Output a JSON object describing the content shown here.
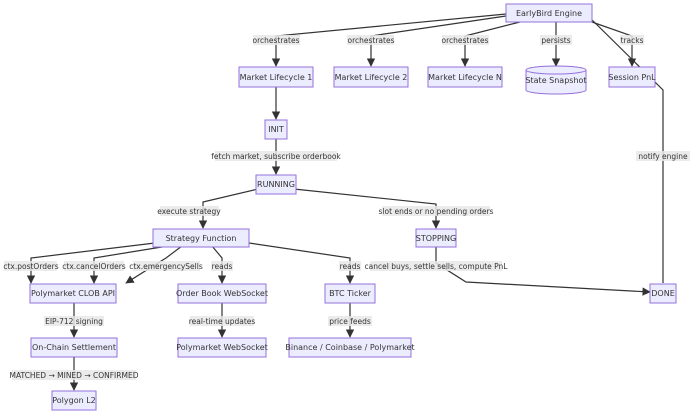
{
  "nodes": {
    "engine": "EarlyBird Engine",
    "lc1": "Market Lifecycle 1",
    "lc2": "Market Lifecycle 2",
    "lcn": "Market Lifecycle N",
    "snapshot": "State Snapshot",
    "pnl": "Session PnL",
    "init": "INIT",
    "running": "RUNNING",
    "strategy": "Strategy Function",
    "stopping": "STOPPING",
    "clob": "Polymarket CLOB API",
    "obws": "Order Book WebSocket",
    "btc": "BTC Ticker",
    "done": "DONE",
    "settle": "On-Chain Settlement",
    "pmws": "Polymarket WebSocket",
    "exch": "Binance / Coinbase / Polymarket",
    "polygon": "Polygon L2"
  },
  "edges": {
    "orch1": "orchestrates",
    "orch2": "orchestrates",
    "orchn": "orchestrates",
    "persists": "persists",
    "tracks": "tracks",
    "fetch": "fetch market, subscribe orderbook",
    "exec": "execute strategy",
    "slot": "slot ends or no pending orders",
    "post": "ctx.postOrders",
    "cancel": "ctx.cancelOrders",
    "emerg": "ctx.emergencySells",
    "reads1": "reads",
    "reads2": "reads",
    "cancelbuys": "cancel buys, settle sells, compute PnL",
    "notify": "notify engine",
    "eip": "EIP-712 signing",
    "rt": "real-time updates",
    "feeds": "price feeds",
    "matched": "MATCHED → MINED → CONFIRMED"
  }
}
